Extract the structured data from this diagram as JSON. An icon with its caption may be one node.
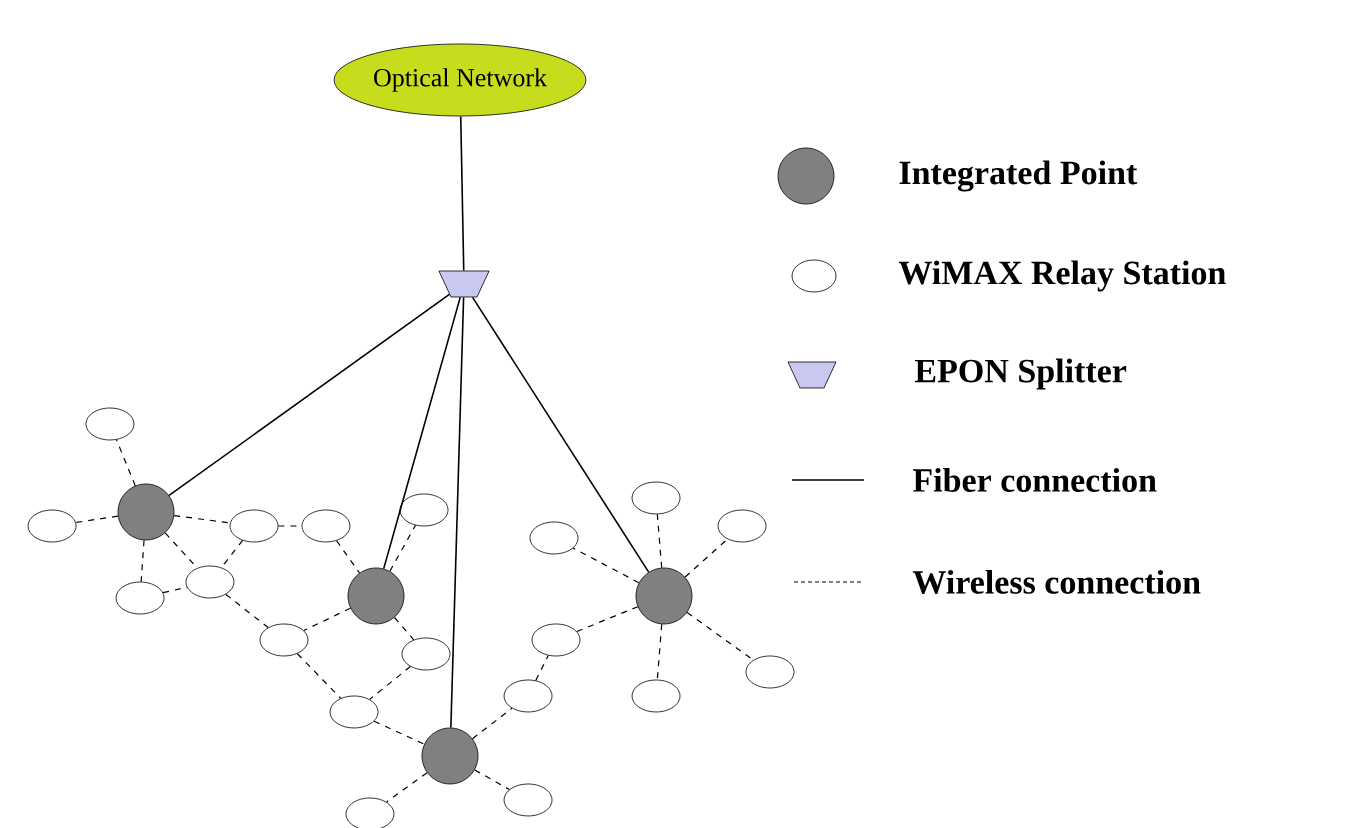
{
  "diagram": {
    "nodes": [
      {
        "text": [
          "Optical Network"
        ]
      },
      {
        "text": [],
        "shape": "trapezoid"
      },
      {
        "text": [],
        "shape": "ellipse"
      },
      {
        "text": [],
        "shape": "circle"
      },
      {
        "text": [],
        "shape": "ellipse"
      },
      {
        "text": [],
        "shape": "ellipse"
      },
      {
        "text": [],
        "shape": "ellipse"
      },
      {
        "text": [],
        "shape": "ellipse"
      },
      {
        "text": [],
        "shape": "ellipse"
      },
      {
        "text": [],
        "shape": "ellipse"
      },
      {
        "text": [],
        "shape": "ellipse"
      },
      {
        "text": [],
        "shape": "ellipse"
      },
      {
        "text": [],
        "shape": "circle"
      },
      {
        "text": [],
        "shape": "circle"
      },
      {
        "text": [],
        "shape": "ellipse"
      },
      {
        "text": [],
        "shape": "ellipse"
      },
      {
        "text": [],
        "shape": "ellipse"
      },
      {
        "text": [],
        "shape": "ellipse"
      },
      {
        "text": [],
        "shape": "ellipse"
      },
      {
        "text": [],
        "shape": "ellipse"
      },
      {
        "text": [],
        "shape": "ellipse"
      },
      {
        "text": [],
        "shape": "ellipse"
      },
      {
        "text": [],
        "shape": "circle"
      },
      {
        "text": [],
        "shape": "ellipse"
      },
      {
        "text": [],
        "shape": "ellipse"
      }
    ],
    "edges": [
      {
        "from": 0,
        "to": 1,
        "arrow": "none"
      },
      {
        "from": 1,
        "to": 3,
        "arrow": "none"
      },
      {
        "from": 1,
        "to": 12,
        "arrow": "none"
      },
      {
        "from": 1,
        "to": 22,
        "arrow": "none"
      },
      {
        "from": 1,
        "to": 13,
        "arrow": "none"
      },
      {
        "from": 3,
        "to": 2,
        "arrow": "none",
        "style": "dashed"
      },
      {
        "from": 3,
        "to": 6,
        "arrow": "none",
        "style": "dashed"
      },
      {
        "from": 3,
        "to": 7,
        "arrow": "none",
        "style": "dashed"
      },
      {
        "from": 3,
        "to": 11,
        "arrow": "none",
        "style": "dashed"
      },
      {
        "from": 3,
        "to": 14,
        "arrow": "none",
        "style": "dashed"
      },
      {
        "from": 7,
        "to": 8,
        "arrow": "none",
        "style": "dashed"
      },
      {
        "from": 7,
        "to": 11,
        "arrow": "none",
        "style": "dashed"
      },
      {
        "from": 8,
        "to": 12,
        "arrow": "none",
        "style": "dashed"
      },
      {
        "from": 14,
        "to": 11,
        "arrow": "none",
        "style": "dashed"
      },
      {
        "from": 11,
        "to": 15,
        "arrow": "none",
        "style": "dashed"
      },
      {
        "from": 12,
        "to": 4,
        "arrow": "none",
        "style": "dashed"
      },
      {
        "from": 12,
        "to": 15,
        "arrow": "none",
        "style": "dashed"
      },
      {
        "from": 12,
        "to": 17,
        "arrow": "none",
        "style": "dashed"
      },
      {
        "from": 15,
        "to": 21,
        "arrow": "none",
        "style": "dashed"
      },
      {
        "from": 17,
        "to": 21,
        "arrow": "none",
        "style": "dashed"
      },
      {
        "from": 21,
        "to": 22,
        "arrow": "none",
        "style": "dashed"
      },
      {
        "from": 22,
        "to": 24,
        "arrow": "none",
        "style": "dashed"
      },
      {
        "from": 22,
        "to": 23,
        "arrow": "none",
        "style": "dashed"
      },
      {
        "from": 22,
        "to": 20,
        "arrow": "none",
        "style": "dashed"
      },
      {
        "from": 20,
        "to": 16,
        "arrow": "none",
        "style": "dashed"
      },
      {
        "from": 16,
        "to": 13,
        "arrow": "none",
        "style": "dashed"
      },
      {
        "from": 13,
        "to": 5,
        "arrow": "none",
        "style": "dashed"
      },
      {
        "from": 13,
        "to": 9,
        "arrow": "none",
        "style": "dashed"
      },
      {
        "from": 13,
        "to": 10,
        "arrow": "none",
        "style": "dashed"
      },
      {
        "from": 13,
        "to": 18,
        "arrow": "none",
        "style": "dashed"
      },
      {
        "from": 13,
        "to": 19,
        "arrow": "none",
        "style": "dashed"
      }
    ],
    "legend": [
      {
        "text": "Integrated Point"
      },
      {
        "text": "WiMAX Relay Station"
      },
      {
        "text": "EPON Splitter"
      },
      {
        "text": "Fiber connection"
      },
      {
        "text": "Wireless connection"
      }
    ]
  }
}
